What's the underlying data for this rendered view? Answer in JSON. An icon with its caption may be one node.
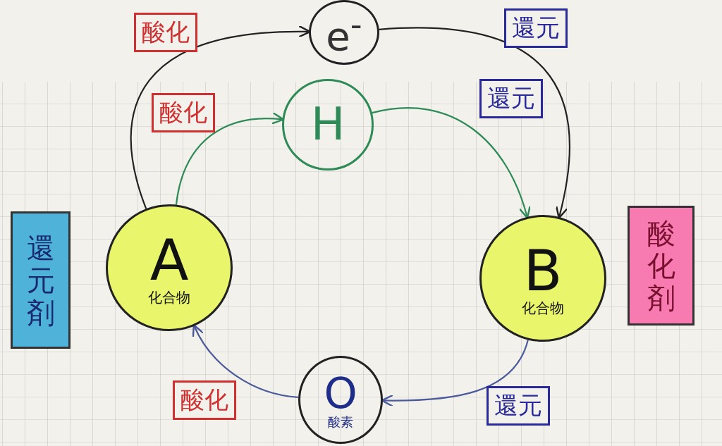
{
  "diagram": {
    "nodes": [
      {
        "text": [
          "A",
          "化合物"
        ]
      },
      {
        "text": [
          "B",
          "化合物"
        ]
      },
      {
        "text": [
          "e$^{-}$"
        ]
      },
      {
        "text": [
          "H"
        ]
      },
      {
        "text": [
          "O",
          "酸素"
        ]
      },
      {
        "text": [
          "還元剤"
        ]
      },
      {
        "text": [
          "酸化剤"
        ]
      }
    ],
    "edges": [
      {
        "from": 0,
        "to": 2,
        "arrow": "to",
        "label": "酸化"
      },
      {
        "from": 2,
        "to": 1,
        "arrow": "to",
        "label": "還元"
      },
      {
        "from": 0,
        "to": 3,
        "arrow": "to",
        "label": "酸化",
        "color": "#2e8b57"
      },
      {
        "from": 3,
        "to": 1,
        "arrow": "to",
        "label": "還元",
        "color": "#2e8b57"
      },
      {
        "from": 1,
        "to": 4,
        "arrow": "to",
        "label": "還元",
        "color": "#4a5a9a"
      },
      {
        "from": 4,
        "to": 0,
        "arrow": "to",
        "label": "酸化",
        "color": "#4a5a9a"
      }
    ]
  }
}
